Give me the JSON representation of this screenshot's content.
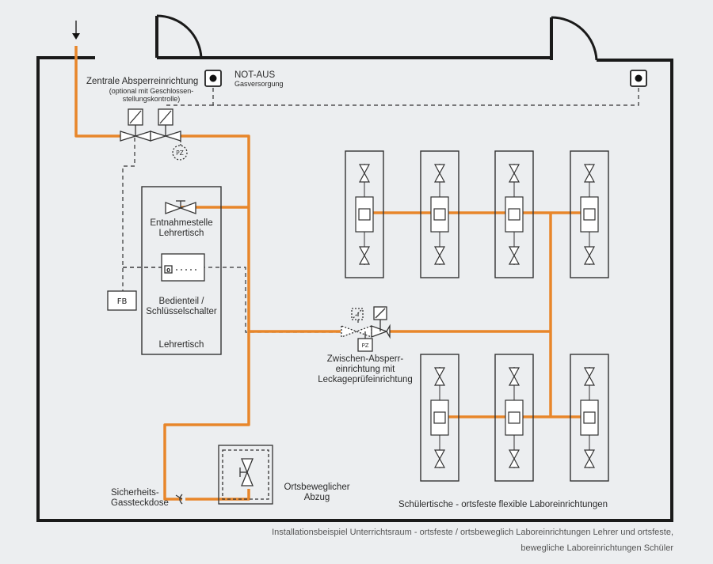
{
  "labels": {
    "central_valve": "Zentrale Absperreinrichtung",
    "central_valve_note_1": "(optional mit Geschlossen-",
    "central_valve_note_2": "stellungskontrolle)",
    "emergency_stop": "NOT-AUS",
    "emergency_stop_sub": "Gasversorgung",
    "pz": "PZ",
    "teacher_outlet_1": "Entnahmestelle",
    "teacher_outlet_2": "Lehrertisch",
    "key_switch_display": "0",
    "fb": "FB",
    "control_panel_1": "Bedienteil /",
    "control_panel_2": "Schlüsselschalter",
    "teacher_desk": "Lehrertisch",
    "intermediate_valve_1": "Zwischen-Absperr-",
    "intermediate_valve_2": "einrichtung mit",
    "intermediate_valve_3": "Leckageprüfeinrichtung",
    "safety_socket_1": "Sicherheits-",
    "safety_socket_2": "Gassteckdose",
    "fume_hood_1": "Ortsbeweglicher",
    "fume_hood_2": "Abzug",
    "student_tables": "Schülertische - ortsfeste flexible Laboreinrichtungen"
  },
  "caption": {
    "line1": "Installationsbeispiel Unterrichtsraum - ortsfeste / ortsbeweglich Laboreinrichtungen Lehrer und ortsfeste,",
    "line2": "bewegliche Laboreinrichtungen Schüler"
  },
  "colors": {
    "background": "#eceef0",
    "gas_line": "#e8862a",
    "wall": "#1a1a1a",
    "line": "#333333"
  }
}
